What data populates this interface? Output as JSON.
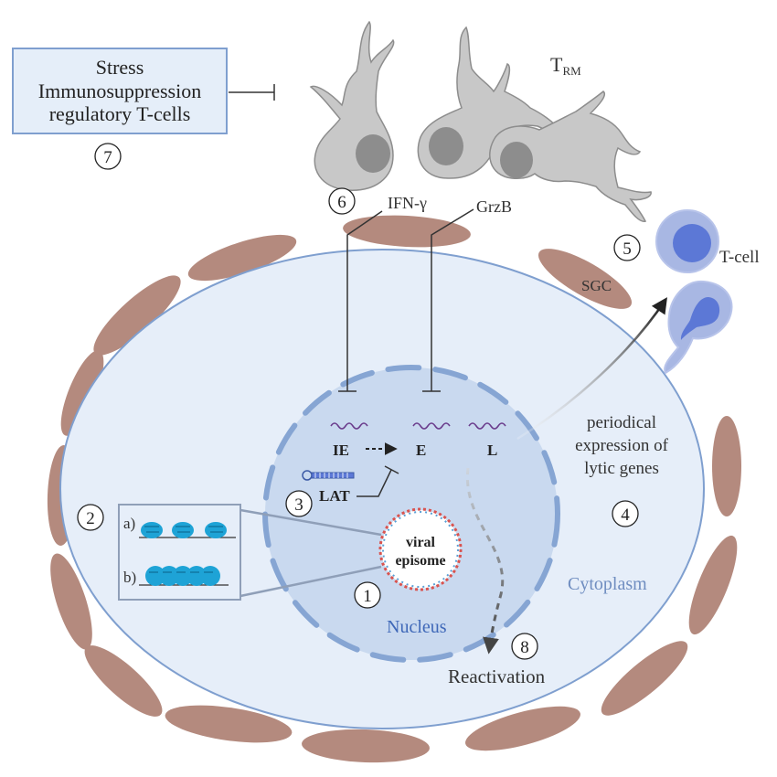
{
  "stress_box": {
    "lines": [
      "Stress",
      "Immunosuppression",
      "regulatory T-cells"
    ]
  },
  "labels": {
    "trm_main": "T",
    "trm_sub": "RM",
    "ifn": "IFN-γ",
    "grzb": "GrzB",
    "tcell": "T-cell",
    "sgc": "SGC",
    "ie": "IE",
    "e": "E",
    "l": "L",
    "lat": "LAT",
    "periodical_lines": [
      "periodical",
      "expression of",
      "lytic genes"
    ],
    "viral": "viral",
    "episome": "episome",
    "cytoplasm": "Cytoplasm",
    "nucleus": "Nucleus",
    "reactivation": "Reactivation",
    "chromatin_a": "a)",
    "chromatin_b": "b)"
  },
  "step_numbers": [
    "1",
    "2",
    "3",
    "4",
    "5",
    "6",
    "7",
    "8"
  ],
  "colors": {
    "satellite_glial": "#b48a7e",
    "neuron_fill": "#e6eef9",
    "neuron_stroke": "#7f9fcf",
    "nucleus_fill": "#c9d9ef",
    "nuclear_envelope": "#86a5d3",
    "trm_cell": "#c8c8c8",
    "tcell": "#a8b7e3",
    "episome_red": "#d9534f",
    "episome_blue": "#5aa0d6"
  }
}
